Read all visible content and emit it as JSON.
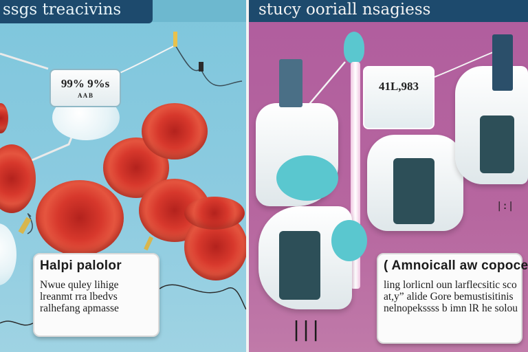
{
  "left_panel": {
    "title": "ssgs treacivins",
    "device_reading": "99% 9%s",
    "device_unit": "A A B",
    "card": {
      "title": "Halpi palolor",
      "lines": [
        "Nwue quley lihige",
        "lreanmt rra lbedvs",
        "ralhefang apmasse"
      ]
    }
  },
  "right_panel": {
    "title": "stucy ooriall nsagiess",
    "device_reading": "41L,983",
    "card": {
      "title": "( Amnoicall aw copoce",
      "lines": [
        "ling lorlicnl oun larflecsitic sco",
        "at,y” alide Gore bemustisitinis",
        "nelnopekssss b imn lR he solou"
      ]
    },
    "bottom_mark": "|||",
    "side_mark": "|:|"
  },
  "colors": {
    "left_bg": "#8ccbe0",
    "right_bg": "#b6669f",
    "header_navy": "#1d4a6d",
    "cell_red": "#d7382c"
  }
}
